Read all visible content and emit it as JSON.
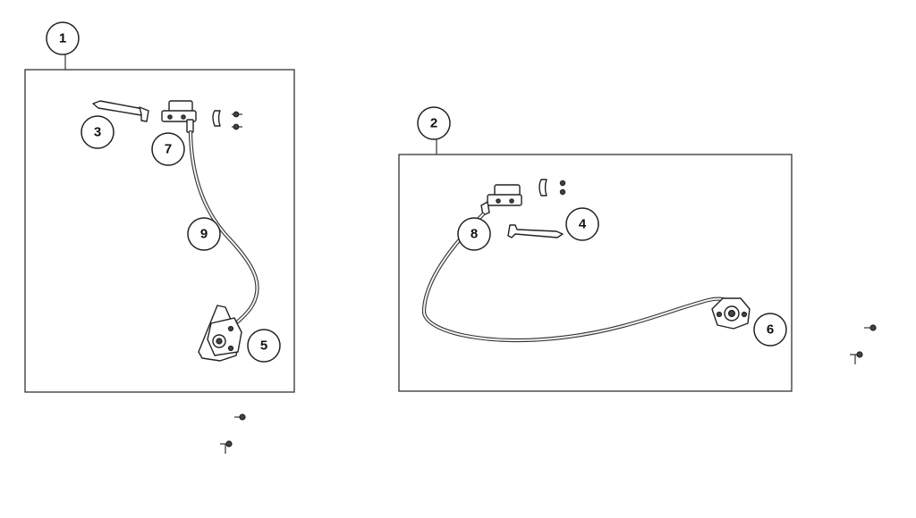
{
  "assemblies": [
    {
      "id": "assembly-1",
      "label": "1"
    },
    {
      "id": "assembly-2",
      "label": "2"
    }
  ],
  "callouts": [
    {
      "id": "callout-3",
      "label": "3"
    },
    {
      "id": "callout-7",
      "label": "7"
    },
    {
      "id": "callout-9",
      "label": "9"
    },
    {
      "id": "callout-5",
      "label": "5"
    },
    {
      "id": "callout-8",
      "label": "8"
    },
    {
      "id": "callout-4",
      "label": "4"
    },
    {
      "id": "callout-6",
      "label": "6"
    }
  ],
  "colors": {
    "line": "#333333",
    "background": "#ffffff"
  }
}
